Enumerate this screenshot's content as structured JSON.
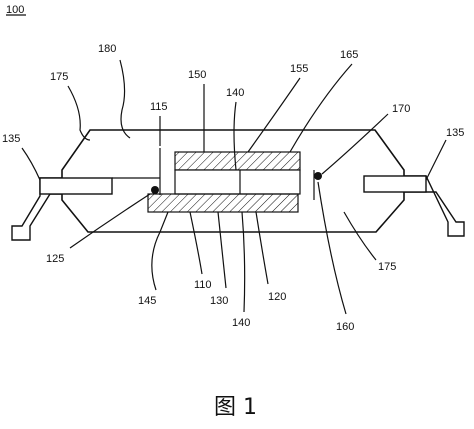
{
  "figure": {
    "ref_label": "100",
    "caption": "图  1"
  },
  "labels": {
    "n180": "180",
    "n175_top": "175",
    "n135_left": "135",
    "n115": "115",
    "n150": "150",
    "n140_top": "140",
    "n155": "155",
    "n165": "165",
    "n170": "170",
    "n135_right": "135",
    "n125": "125",
    "n145": "145",
    "n110": "110",
    "n130": "130",
    "n120": "120",
    "n140_bottom": "140",
    "n175_bottom": "175",
    "n160": "160"
  }
}
